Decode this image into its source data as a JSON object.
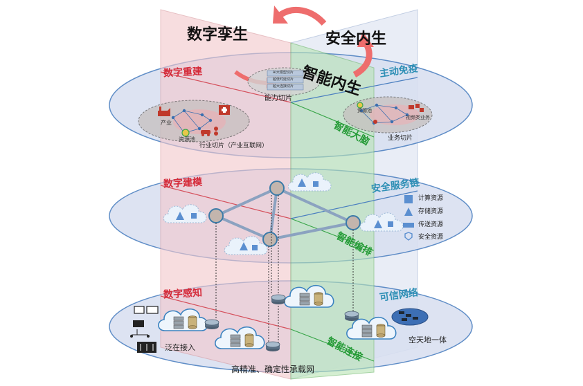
{
  "colors": {
    "red_panel": "#f2c8cc",
    "green_panel": "#bfe6bb",
    "blue_panel": "#dfe6f3",
    "plane": "#d8dff0",
    "arrow": "#ee6d6d",
    "node": "#c3b5ad",
    "node_border": "#3a7aa8",
    "cloud": "#e8f1fa",
    "red_text": "#d52b3a",
    "blue_text": "#2e8fb5",
    "green_text": "#239a35"
  },
  "titles": {
    "left": "数字孪生",
    "right": "安全内生",
    "center": "智能内生"
  },
  "top_layer": {
    "left_label": "数字重建",
    "right_label": "主动免疫",
    "diag_label": "智能大脑",
    "slice_label": "能力切片",
    "industry_slice": "行业切片（产业互联网）",
    "business_slice": "业务切片",
    "industry": "产业",
    "resource_pool_left": "资源池",
    "resource_pool_right": "资源池",
    "video_service": "视频类业务",
    "slice_rows": [
      "AI大模型切片",
      "超低时延切片",
      "超大连接切片"
    ]
  },
  "middle_layer": {
    "left_label": "数字建模",
    "right_label": "安全服务链",
    "diag_label": "智能编排",
    "resources": [
      "计算资源",
      "存储资源",
      "传送资源",
      "安全资源"
    ]
  },
  "bottom_layer": {
    "left_label": "数字感知",
    "right_label": "可信网络",
    "diag_label": "智能连接",
    "access": "泛在接入",
    "network": "高精准、确定性承载网",
    "space": "空天地一体"
  },
  "icons": [
    "cloud-icon",
    "server-icon",
    "router-icon",
    "satellite-icon",
    "factory-icon",
    "hospital-icon",
    "car-icon",
    "shield-icon",
    "triangle-icon",
    "square-icon"
  ]
}
